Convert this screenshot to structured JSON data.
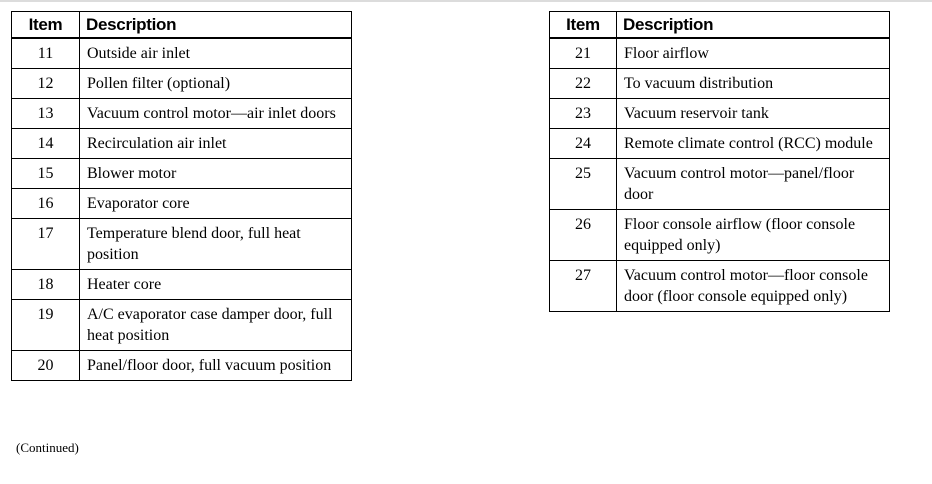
{
  "header": {
    "item": "Item",
    "description": "Description"
  },
  "left_table": {
    "rows": [
      {
        "item": "11",
        "description": "Outside air inlet"
      },
      {
        "item": "12",
        "description": "Pollen filter (optional)"
      },
      {
        "item": "13",
        "description": "Vacuum control motor—air inlet doors"
      },
      {
        "item": "14",
        "description": "Recirculation air inlet"
      },
      {
        "item": "15",
        "description": "Blower motor"
      },
      {
        "item": "16",
        "description": "Evaporator core"
      },
      {
        "item": "17",
        "description": "Temperature blend door, full heat position"
      },
      {
        "item": "18",
        "description": "Heater core"
      },
      {
        "item": "19",
        "description": "A/C evaporator case damper door, full heat position"
      },
      {
        "item": "20",
        "description": "Panel/floor door, full vacuum position"
      }
    ]
  },
  "right_table": {
    "rows": [
      {
        "item": "21",
        "description": "Floor airflow"
      },
      {
        "item": "22",
        "description": "To vacuum distribution"
      },
      {
        "item": "23",
        "description": "Vacuum reservoir tank"
      },
      {
        "item": "24",
        "description": "Remote climate control (RCC) module"
      },
      {
        "item": "25",
        "description": "Vacuum control motor—panel/floor door"
      },
      {
        "item": "26",
        "description": "Floor console airflow (floor console equipped only)"
      },
      {
        "item": "27",
        "description": "Vacuum control motor—floor console door (floor console equipped only)"
      }
    ]
  },
  "footnote": "(Continued)"
}
